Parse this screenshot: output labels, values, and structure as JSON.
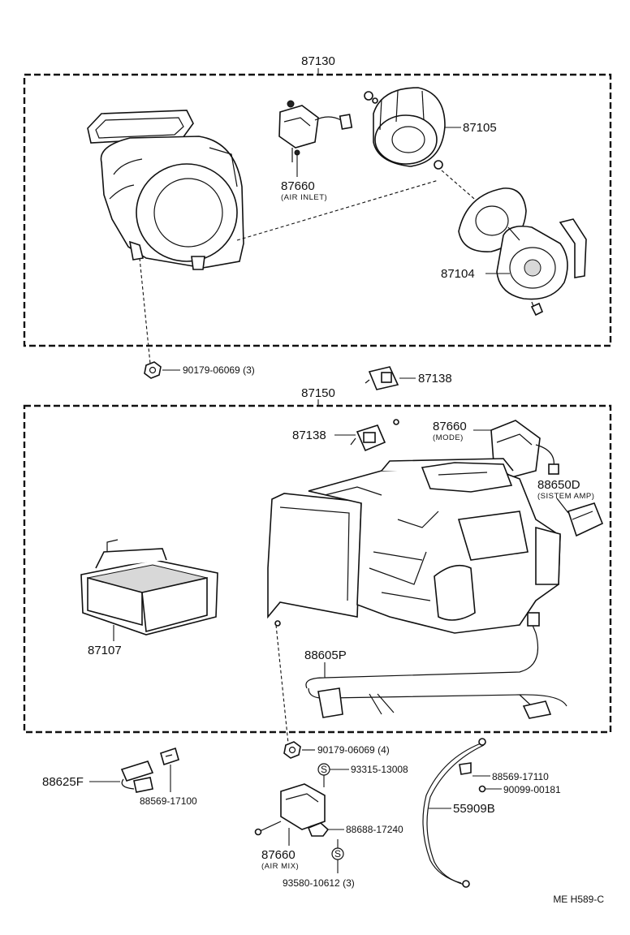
{
  "groups": {
    "upper_assembly": "87130",
    "lower_assembly": "87150"
  },
  "parts": {
    "blower_wheel": "87105",
    "damper_servo_air_inlet": {
      "number": "87660",
      "note": "(AIR INLET)"
    },
    "blower_motor": "87104",
    "nut_upper": "90179-06069 (3)",
    "resistor_outside": "87138",
    "resistor_inside": "87138",
    "damper_servo_mode": {
      "number": "87660",
      "note": "(MODE)"
    },
    "system_amp": {
      "number": "88650D",
      "note": "(SISTEM AMP)"
    },
    "heater_core": "87107",
    "wire_harness": "88605P",
    "nut_lower": "90179-06069 (4)",
    "sensor": "88625F",
    "sensor_clamp": "88569-17100",
    "clip_s_upper": "93315-13008",
    "damper_servo_air_mix": {
      "number": "87660",
      "note": "(AIR MIX)"
    },
    "plate": "88688-17240",
    "screw_s_lower": "93580-10612 (3)",
    "control_cable": "55909B",
    "cable_clamp": "88569-17110",
    "screw_cable": "90099-00181"
  },
  "symbols": {
    "s_mark": "S"
  },
  "footer": {
    "code": "ME  H589-C"
  }
}
